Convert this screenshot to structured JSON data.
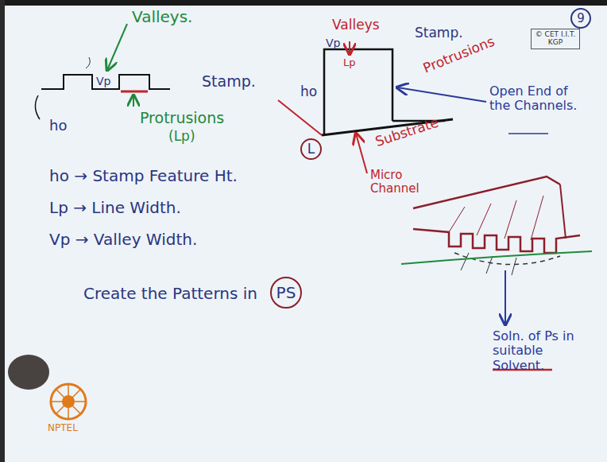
{
  "diagram": {
    "nodes": [
      {
        "text": [
          "9"
        ]
      },
      {
        "text": [
          "© CET I.I.T. KGP"
        ]
      },
      {
        "text": [
          "L"
        ]
      },
      {
        "text": [
          "PS"
        ]
      }
    ],
    "labels": [
      "Valleys.",
      "Vp",
      "Stamp.",
      "ho",
      "Protrusions",
      "(Lp)",
      "ho → Stamp Feature Ht.",
      "Lp → Line Width.",
      "Vp → Valley Width.",
      "Create the Patterns in",
      "Valleys",
      "Vp",
      "Lp",
      "Stamp.",
      "Protrusions",
      "ho",
      "Substrate",
      "Micro Channel",
      "Open End of the Channels.",
      "Soln. of Ps in suitable Solvent.",
      "NPTEL"
    ]
  }
}
